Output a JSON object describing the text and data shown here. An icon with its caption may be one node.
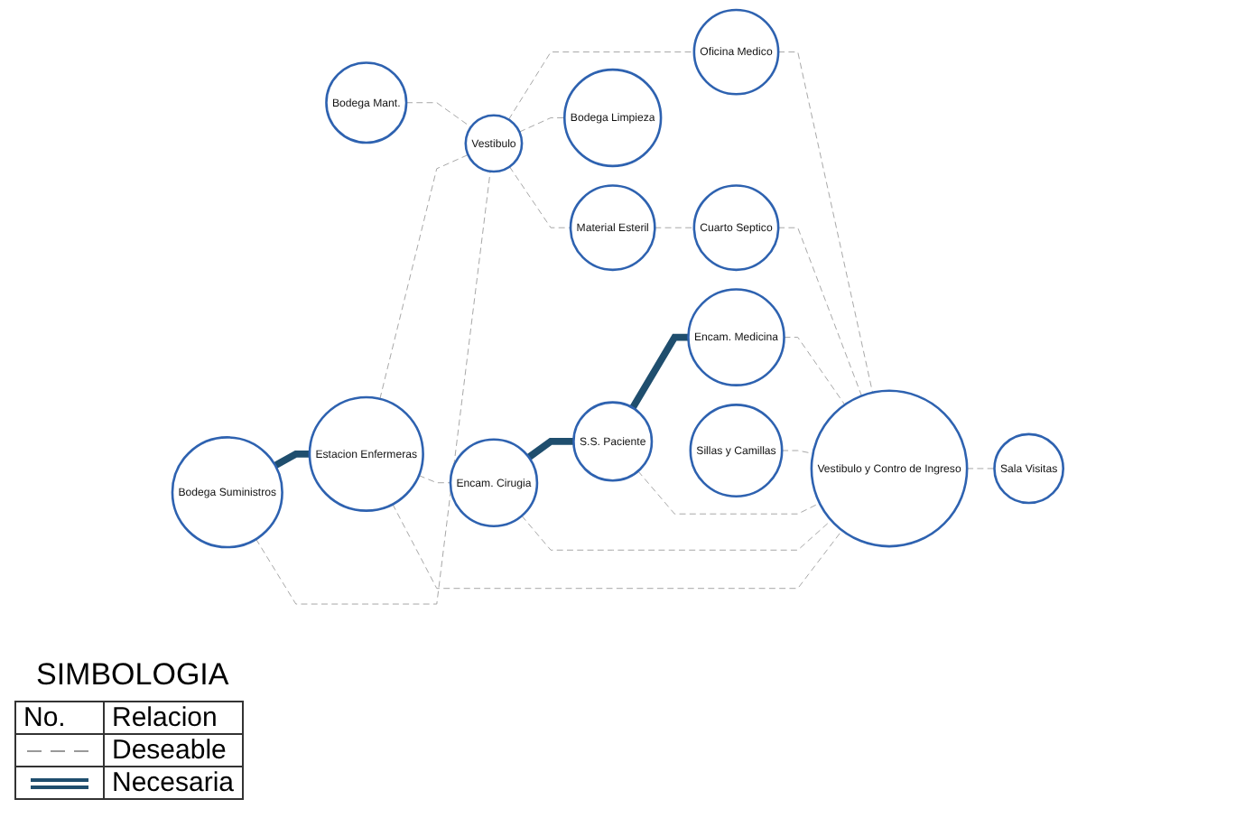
{
  "diagram": {
    "nodes": [
      {
        "text": [
          "Bodega Suministros"
        ]
      },
      {
        "text": [
          "Bodega Mant."
        ]
      },
      {
        "text": [
          "Estacion Enfermeras"
        ]
      },
      {
        "text": [
          "Encam. Cirugia"
        ]
      },
      {
        "text": [
          "S.S. Paciente"
        ]
      },
      {
        "text": [
          "Encam. Medicina"
        ]
      },
      {
        "text": [
          "Vestibulo"
        ]
      },
      {
        "text": [
          "Oficina Medico"
        ]
      },
      {
        "text": [
          "Vestibulo y Contro de Ingreso"
        ]
      },
      {
        "text": [
          "Sala Visitas"
        ]
      },
      {
        "text": [
          "Bodega Limpieza"
        ]
      },
      {
        "text": [
          "Material Esteril"
        ]
      },
      {
        "text": [
          "Cuarto Septico"
        ]
      },
      {
        "text": [
          "Sillas y Camillas"
        ]
      }
    ],
    "edges": [
      {
        "from": 0,
        "to": 2,
        "arrow": "none",
        "style": "thick",
        "color": "#1f4e6e"
      },
      {
        "from": 0,
        "to": 6,
        "arrow": "none",
        "style": "dashed"
      },
      {
        "from": 1,
        "to": 6,
        "arrow": "none",
        "style": "dashed"
      },
      {
        "from": 2,
        "to": 6,
        "arrow": "none",
        "style": "dashed"
      },
      {
        "from": 2,
        "to": 3,
        "arrow": "none",
        "style": "dashed"
      },
      {
        "from": 2,
        "to": 8,
        "arrow": "none",
        "style": "dashed"
      },
      {
        "from": 3,
        "to": 4,
        "arrow": "none",
        "style": "thick",
        "color": "#1f4e6e"
      },
      {
        "from": 3,
        "to": 8,
        "arrow": "none",
        "style": "dashed"
      },
      {
        "from": 4,
        "to": 5,
        "arrow": "none",
        "style": "thick",
        "color": "#1f4e6e"
      },
      {
        "from": 4,
        "to": 8,
        "arrow": "none",
        "style": "dashed"
      },
      {
        "from": 5,
        "to": 8,
        "arrow": "none",
        "style": "dashed"
      },
      {
        "from": 6,
        "to": 7,
        "arrow": "none",
        "style": "dashed"
      },
      {
        "from": 7,
        "to": 8,
        "arrow": "none",
        "style": "dashed"
      },
      {
        "from": 8,
        "to": 9,
        "arrow": "none",
        "style": "dashed"
      },
      {
        "from": 6,
        "to": 10,
        "arrow": "none",
        "style": "dashed"
      },
      {
        "from": 6,
        "to": 11,
        "arrow": "none",
        "style": "dashed"
      },
      {
        "from": 11,
        "to": 12,
        "arrow": "none",
        "style": "dashed"
      },
      {
        "from": 12,
        "to": 8,
        "arrow": "none",
        "style": "dashed"
      },
      {
        "from": 13,
        "to": 8,
        "arrow": "none",
        "style": "dashed"
      }
    ],
    "labels": [
      "SIMBOLOGIA",
      "No.",
      "Relacion"
    ],
    "legend": [
      {
        "text": "Deseable"
      },
      {
        "text": "Necesaria"
      }
    ]
  }
}
